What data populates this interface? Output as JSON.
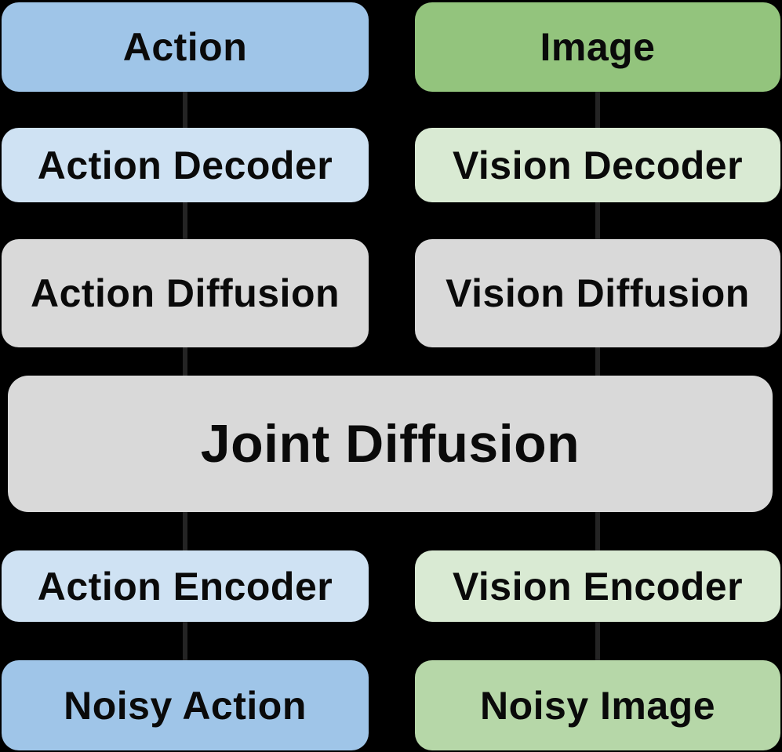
{
  "diagram": {
    "title": "Joint action-vision diffusion architecture block diagram",
    "background": "#000000",
    "text_color": "#0a0a0a",
    "palette": {
      "action_blue": "#9fc5e8",
      "light_blue": "#cfe2f3",
      "image_green": "#93c47d",
      "light_green": "#d9ead3",
      "noisy_image_green": "#b6d7a8",
      "gray": "#d9d9d9",
      "connector_dark": "#242424"
    },
    "nodes": {
      "action": {
        "label": "Action",
        "color": "#9fc5e8"
      },
      "image": {
        "label": "Image",
        "color": "#93c47d"
      },
      "action_decoder": {
        "label": "Action Decoder",
        "color": "#cfe2f3"
      },
      "vision_decoder": {
        "label": "Vision Decoder",
        "color": "#d9ead3"
      },
      "action_diffusion": {
        "label": "Action Diffusion",
        "color": "#d9d9d9"
      },
      "vision_diffusion": {
        "label": "Vision Diffusion",
        "color": "#d9d9d9"
      },
      "joint_diffusion": {
        "label": "Joint Diffusion",
        "color": "#d9d9d9"
      },
      "action_encoder": {
        "label": "Action Encoder",
        "color": "#cfe2f3"
      },
      "vision_encoder": {
        "label": "Vision Encoder",
        "color": "#d9ead3"
      },
      "noisy_action": {
        "label": "Noisy Action",
        "color": "#9fc5e8"
      },
      "noisy_image": {
        "label": "Noisy Image",
        "color": "#b6d7a8"
      }
    }
  }
}
